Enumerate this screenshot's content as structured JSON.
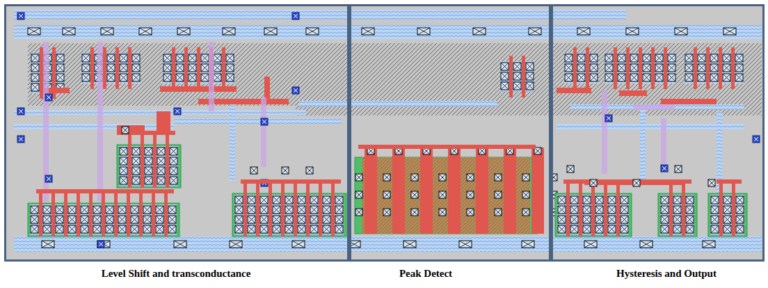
{
  "diagram": {
    "nodes": [
      {
        "text": [
          "Level Shift and transconductance"
        ]
      },
      {
        "text": [
          "Peak Detect"
        ]
      },
      {
        "text": [
          "Hysteresis and Output"
        ]
      }
    ]
  }
}
